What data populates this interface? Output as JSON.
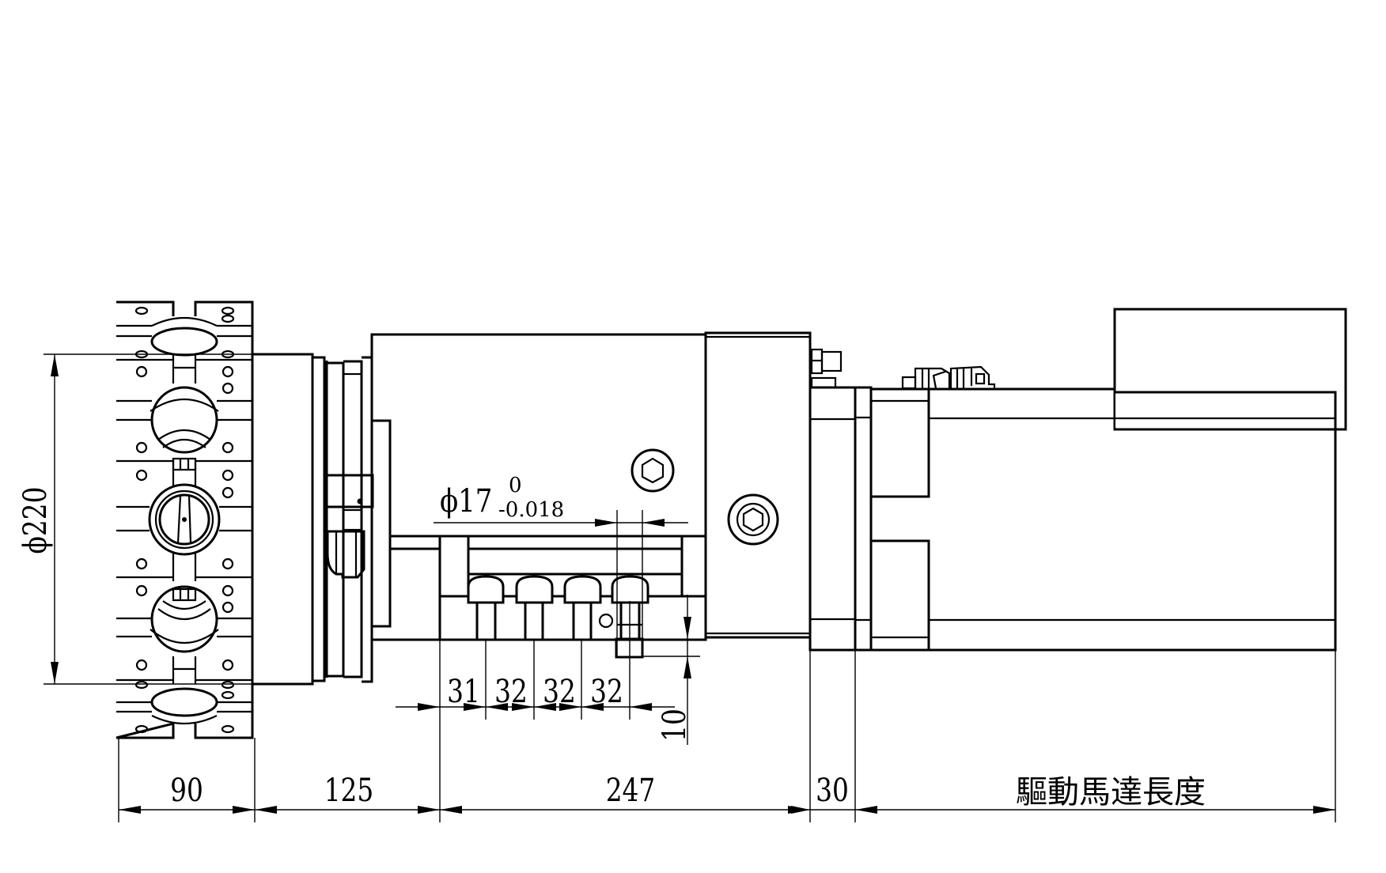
{
  "drawing": {
    "type": "technical-drawing",
    "subject": "turret tool holder with drive motor, side view",
    "line_color": "#000000",
    "background": "#ffffff"
  },
  "dimensions": {
    "overall": [
      {
        "id": "turret-width",
        "label": "90"
      },
      {
        "id": "disk-to-body",
        "label": "125"
      },
      {
        "id": "body-length",
        "label": "247"
      },
      {
        "id": "flange",
        "label": "30"
      },
      {
        "id": "motor-length",
        "label": "驅動馬達長度"
      }
    ],
    "diameter": {
      "label": "ϕ220"
    },
    "shaft": {
      "prefix": "ϕ17",
      "upper_tol": "0",
      "lower_tol": "-0.018"
    },
    "pitch": [
      {
        "label": "31"
      },
      {
        "label": "32"
      },
      {
        "label": "32"
      },
      {
        "label": "32"
      }
    ],
    "offset": {
      "label": "10"
    }
  }
}
